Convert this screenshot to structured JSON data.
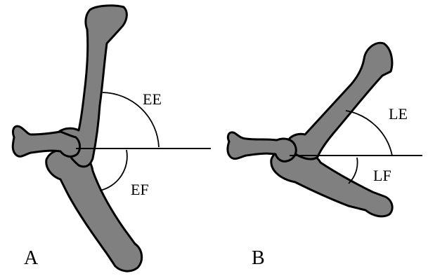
{
  "panels": {
    "a": {
      "letter": "A",
      "upper_angle_label": "EE",
      "lower_angle_label": "EF"
    },
    "b": {
      "letter": "B",
      "upper_angle_label": "LE",
      "lower_angle_label": "LF"
    }
  },
  "colors": {
    "bone_fill": "#808080",
    "outline": "#000000",
    "background": "#ffffff"
  }
}
